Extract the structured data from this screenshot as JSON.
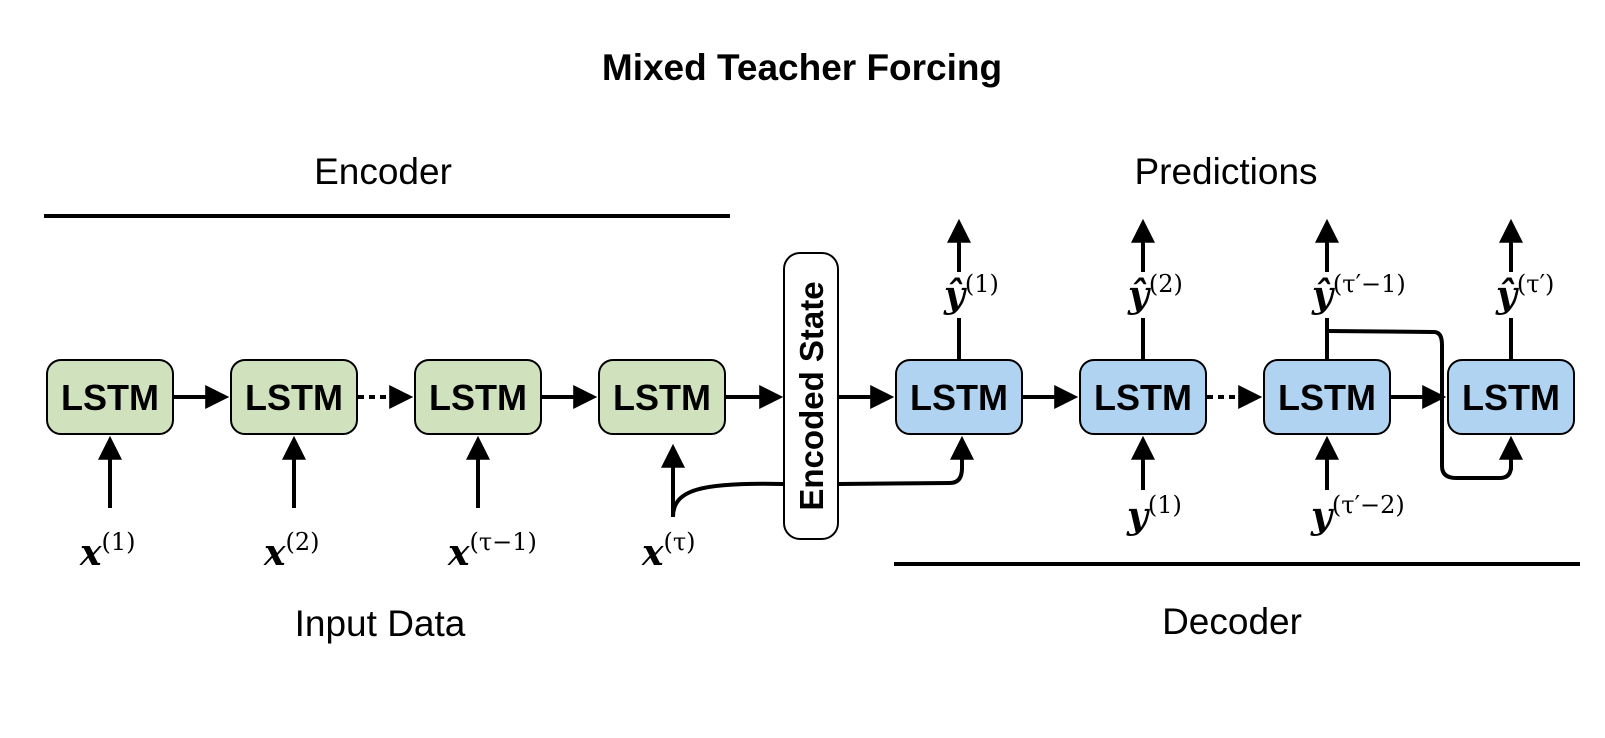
{
  "title": "Mixed Teacher Forcing",
  "encoder_label": "Encoder",
  "predictions_label": "Predictions",
  "input_label": "Input Data",
  "decoder_label": "Decoder",
  "encoded_state": "Encoded State",
  "colors": {
    "encoder_fill": "#cfe2bd",
    "decoder_fill": "#b0d3f2",
    "stroke": "#000000"
  },
  "encoder_cells": [
    {
      "label": "LSTM",
      "input": {
        "var": "x",
        "sup": "(1)"
      }
    },
    {
      "label": "LSTM",
      "input": {
        "var": "x",
        "sup": "(2)"
      }
    },
    {
      "label": "LSTM",
      "input": {
        "var": "x",
        "sup": "(τ−1)"
      }
    },
    {
      "label": "LSTM",
      "input": {
        "var": "x",
        "sup": "(τ)"
      }
    }
  ],
  "decoder_cells": [
    {
      "label": "LSTM",
      "output": {
        "var": "ŷ",
        "sup": "(1)"
      },
      "input": null
    },
    {
      "label": "LSTM",
      "output": {
        "var": "ŷ",
        "sup": "(2)"
      },
      "input": {
        "var": "y",
        "sup": "(1)"
      }
    },
    {
      "label": "LSTM",
      "output": {
        "var": "ŷ",
        "sup": "(τ′−1)"
      },
      "input": {
        "var": "y",
        "sup": "(τ′−2)"
      }
    },
    {
      "label": "LSTM",
      "output": {
        "var": "ŷ",
        "sup": "(τ′)"
      },
      "input": null
    }
  ]
}
